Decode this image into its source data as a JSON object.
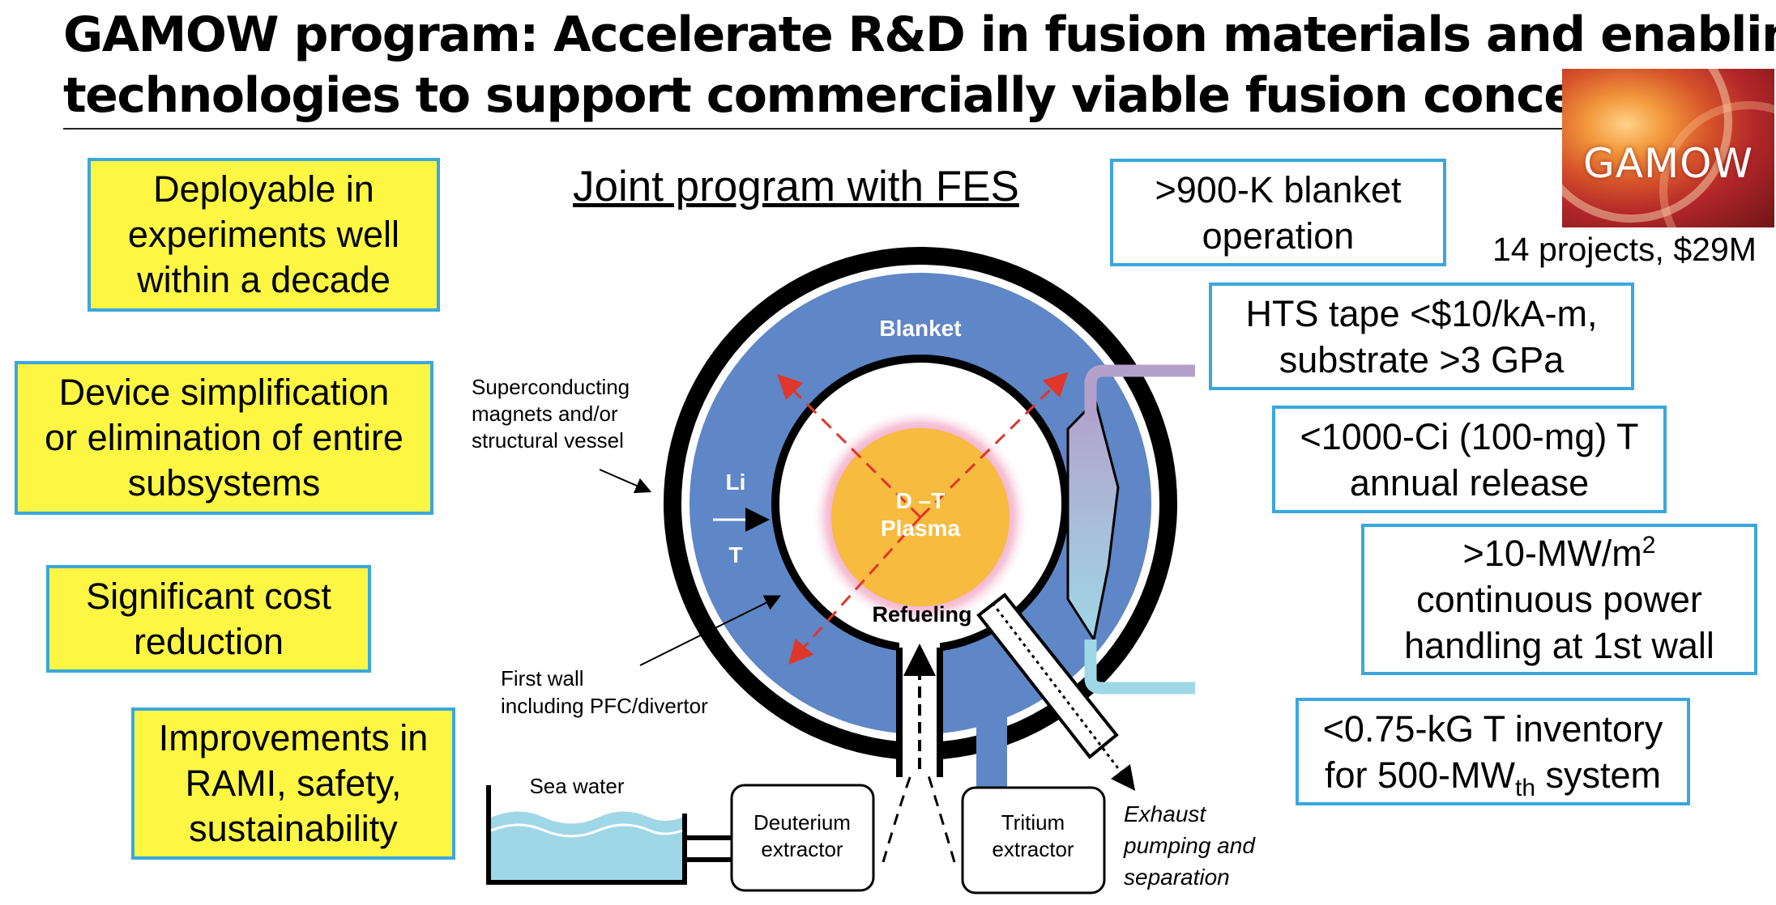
{
  "title": {
    "line1": "GAMOW program:  Accelerate R&D in fusion materials and enabling",
    "line2": "technologies to support commercially viable fusion concepts"
  },
  "logo": {
    "text": "GAMOW"
  },
  "funding": "14 projects, $29M",
  "subtitle": "Joint program with FES",
  "goals": [
    "Deployable in\nexperiments well\nwithin a decade",
    "Device simplification\nor elimination of entire\nsubsystems",
    "Significant cost\nreduction",
    "Improvements in\nRAMI, safety,\nsustainability"
  ],
  "targets": {
    "blanket": ">900-K blanket\noperation",
    "hts": "HTS tape <$10/kA-m,\nsubstrate >3 GPa",
    "tritium_release": "<1000-Ci (100-mg) T\nannual release",
    "power_line1": ">10-MW/m",
    "power_sup": "2",
    "power_rest": "continuous power\nhandling at 1st wall",
    "inventory_line1": "<0.75-kG T inventory",
    "inventory_line2_pre": "for 500-MW",
    "inventory_sub": "th",
    "inventory_line2_post": " system"
  },
  "diagram": {
    "blanket": "Blanket",
    "li": "Li",
    "t": "T",
    "plasma_line1": "D –T",
    "plasma_line2": "Plasma",
    "refueling": "Refueling",
    "magnets_line1": "Superconducting",
    "magnets_line2": "magnets and/or",
    "magnets_line3": "structural vessel",
    "first_wall_line1": "First wall",
    "first_wall_line2": "including PFC/divertor",
    "sea_water": "Sea water",
    "deuterium_line1": "Deuterium",
    "deuterium_line2": "extractor",
    "tritium_line1": "Tritium",
    "tritium_line2": "extractor",
    "exhaust_line1": "Exhaust",
    "exhaust_line2": "pumping and",
    "exhaust_line3": "separation"
  },
  "colors": {
    "goal_fill": "#fdf643",
    "box_border": "#3aa7de",
    "blanket": "#5f86c6",
    "plasma": "#f6bb3f",
    "plasma_glow": "#ee8fb6",
    "arrows": "#e0362b",
    "sea_water": "#9fd7e6",
    "lavender": "#b3a1cc"
  }
}
